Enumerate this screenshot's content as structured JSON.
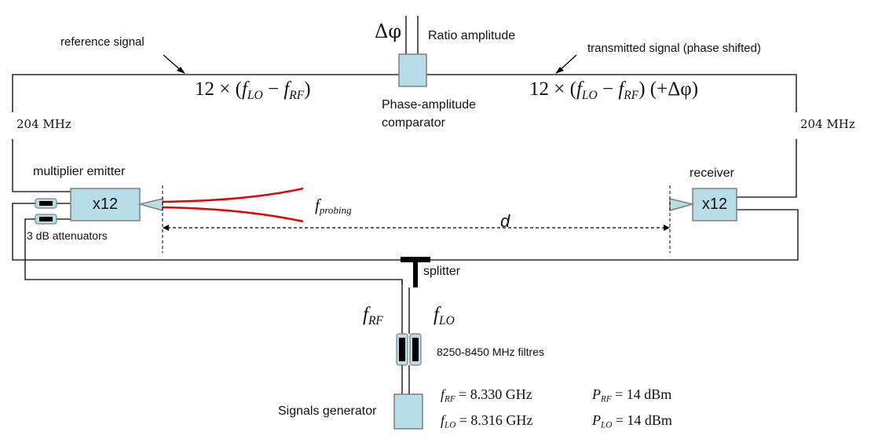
{
  "labels": {
    "reference_signal": "reference signal",
    "delta_phi": "Δφ",
    "ratio_amplitude": "Ratio amplitude",
    "transmitted_signal": "transmitted signal (phase shifted)",
    "comparator_line1": "Phase-amplitude",
    "comparator_line2": "comparator",
    "left_freq": "204 MHz",
    "right_freq": "204 MHz",
    "multiplier_emitter": "multiplier emitter",
    "receiver": "receiver",
    "attenuators": "3 dB attenuators",
    "distance": "d",
    "splitter": "splitter",
    "filtres": "8250-8450 MHz filtres",
    "signals_generator": "Signals generator"
  },
  "formulas": {
    "left_prefix": "12 × (",
    "left_f1": "f",
    "left_s1": "LO",
    "left_minus": " − ",
    "left_f2": "f",
    "left_s2": "RF",
    "left_suffix": ")",
    "right_prefix": "12 × (",
    "right_f1": "f",
    "right_s1": "LO",
    "right_minus": " − ",
    "right_f2": "f",
    "right_s2": "RF",
    "right_suffix": ") (+Δφ)",
    "probing_f": "f",
    "probing_s": "probing",
    "frf_f": "f",
    "frf_s": "RF",
    "flo_f": "f",
    "flo_s": "LO"
  },
  "boxes": {
    "emitter_label": "x12",
    "receiver_label": "x12"
  },
  "specs": {
    "frf_sym": "f",
    "frf_sub": "RF",
    "frf_val": " = 8.330 GHz",
    "flo_sym": "f",
    "flo_sub": "LO",
    "flo_val": " = 8.316 GHz",
    "prf_sym": "P",
    "prf_sub": "RF",
    "prf_val": " = 14 dBm",
    "plo_sym": "P",
    "plo_sub": "LO",
    "plo_val": " = 14 dBm"
  },
  "colors": {
    "box_fill": "#b7dde8",
    "box_border": "#7f7f7f",
    "beam": "#e00000",
    "wire": "#000000"
  }
}
